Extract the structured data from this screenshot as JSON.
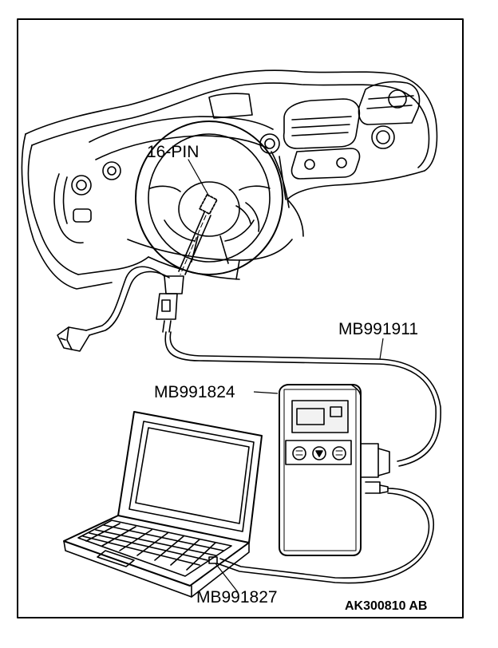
{
  "labels": {
    "connector": "16-PIN",
    "cable_main": "MB991911",
    "scan_tool": "MB991824",
    "usb_cable": "MB991827"
  },
  "figure_code": "AK300810 AB",
  "colors": {
    "ink": "#000000",
    "paper": "#ffffff",
    "screen": "#f2f2f2"
  }
}
